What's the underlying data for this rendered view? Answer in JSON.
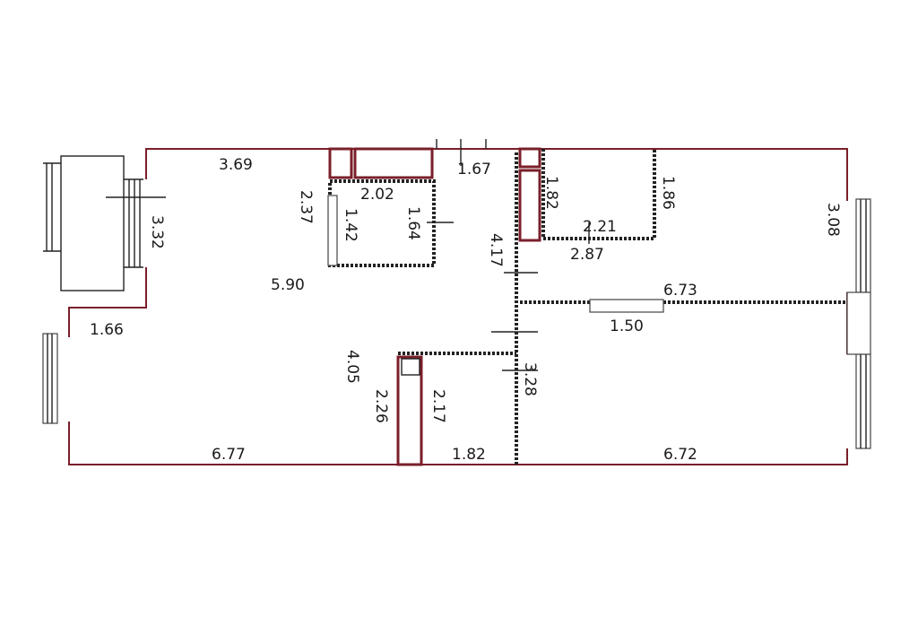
{
  "plan": {
    "labels": [
      {
        "id": "top-left-width",
        "text": "3.69"
      },
      {
        "id": "balcony-height",
        "text": "3.32"
      },
      {
        "id": "left-wall",
        "text": "1.66"
      },
      {
        "id": "living-depth",
        "text": "5.90"
      },
      {
        "id": "hall-height",
        "text": "4.05"
      },
      {
        "id": "bottom-left-width",
        "text": "6.77"
      },
      {
        "id": "closet-left",
        "text": "2.37"
      },
      {
        "id": "closet-width",
        "text": "2.02"
      },
      {
        "id": "closet-inner-a",
        "text": "1.42"
      },
      {
        "id": "closet-inner-b",
        "text": "1.64"
      },
      {
        "id": "entry-width",
        "text": "1.67"
      },
      {
        "id": "corridor",
        "text": "4.17"
      },
      {
        "id": "bath-left",
        "text": "1.82"
      },
      {
        "id": "bath-width",
        "text": "2.21"
      },
      {
        "id": "bath-right",
        "text": "1.86"
      },
      {
        "id": "bath-bottom",
        "text": "2.87"
      },
      {
        "id": "right-wall",
        "text": "3.08"
      },
      {
        "id": "bedroom-width",
        "text": "6.73"
      },
      {
        "id": "door-width",
        "text": "1.50"
      },
      {
        "id": "room-divider",
        "text": "3.28"
      },
      {
        "id": "wc-left",
        "text": "2.26"
      },
      {
        "id": "wc-right",
        "text": "2.17"
      },
      {
        "id": "wc-bottom",
        "text": "1.82"
      },
      {
        "id": "bottom-right-width",
        "text": "6.72"
      }
    ]
  }
}
